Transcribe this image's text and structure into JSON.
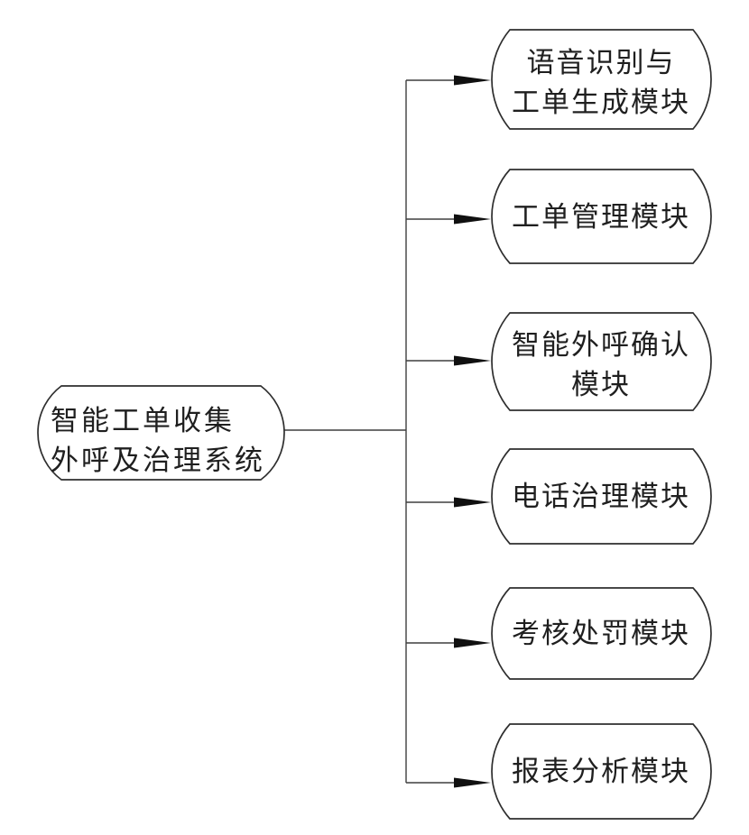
{
  "figure": {
    "type": "tree-diagram",
    "background": "#ffffff",
    "colors": {
      "line": "#3f3f3f",
      "border": "#2e2e2e",
      "arrow": "#101010",
      "text": "#1f1f1f"
    },
    "root_node": {
      "id": "system",
      "label_lines": [
        "智能工单收集",
        "外呼及治理系统"
      ]
    },
    "module_nodes": [
      {
        "id": "voice-workorder",
        "label_lines": [
          "语音识别与",
          "工单生成模块"
        ]
      },
      {
        "id": "workorder-mgmt",
        "label_lines": [
          "工单管理模块"
        ]
      },
      {
        "id": "outbound-confirm",
        "label_lines": [
          "智能外呼确认",
          "模块"
        ]
      },
      {
        "id": "phone-governance",
        "label_lines": [
          "电话治理模块"
        ]
      },
      {
        "id": "assessment-penalty",
        "label_lines": [
          "考核处罚模块"
        ]
      },
      {
        "id": "report-analysis",
        "label_lines": [
          "报表分析模块"
        ]
      }
    ],
    "edges": [
      {
        "from": "system",
        "to": "voice-workorder",
        "arrow": "right"
      },
      {
        "from": "system",
        "to": "workorder-mgmt",
        "arrow": "right"
      },
      {
        "from": "system",
        "to": "outbound-confirm",
        "arrow": "right"
      },
      {
        "from": "system",
        "to": "phone-governance",
        "arrow": "right"
      },
      {
        "from": "system",
        "to": "assessment-penalty",
        "arrow": "right"
      },
      {
        "from": "system",
        "to": "report-analysis",
        "arrow": "right"
      }
    ]
  }
}
